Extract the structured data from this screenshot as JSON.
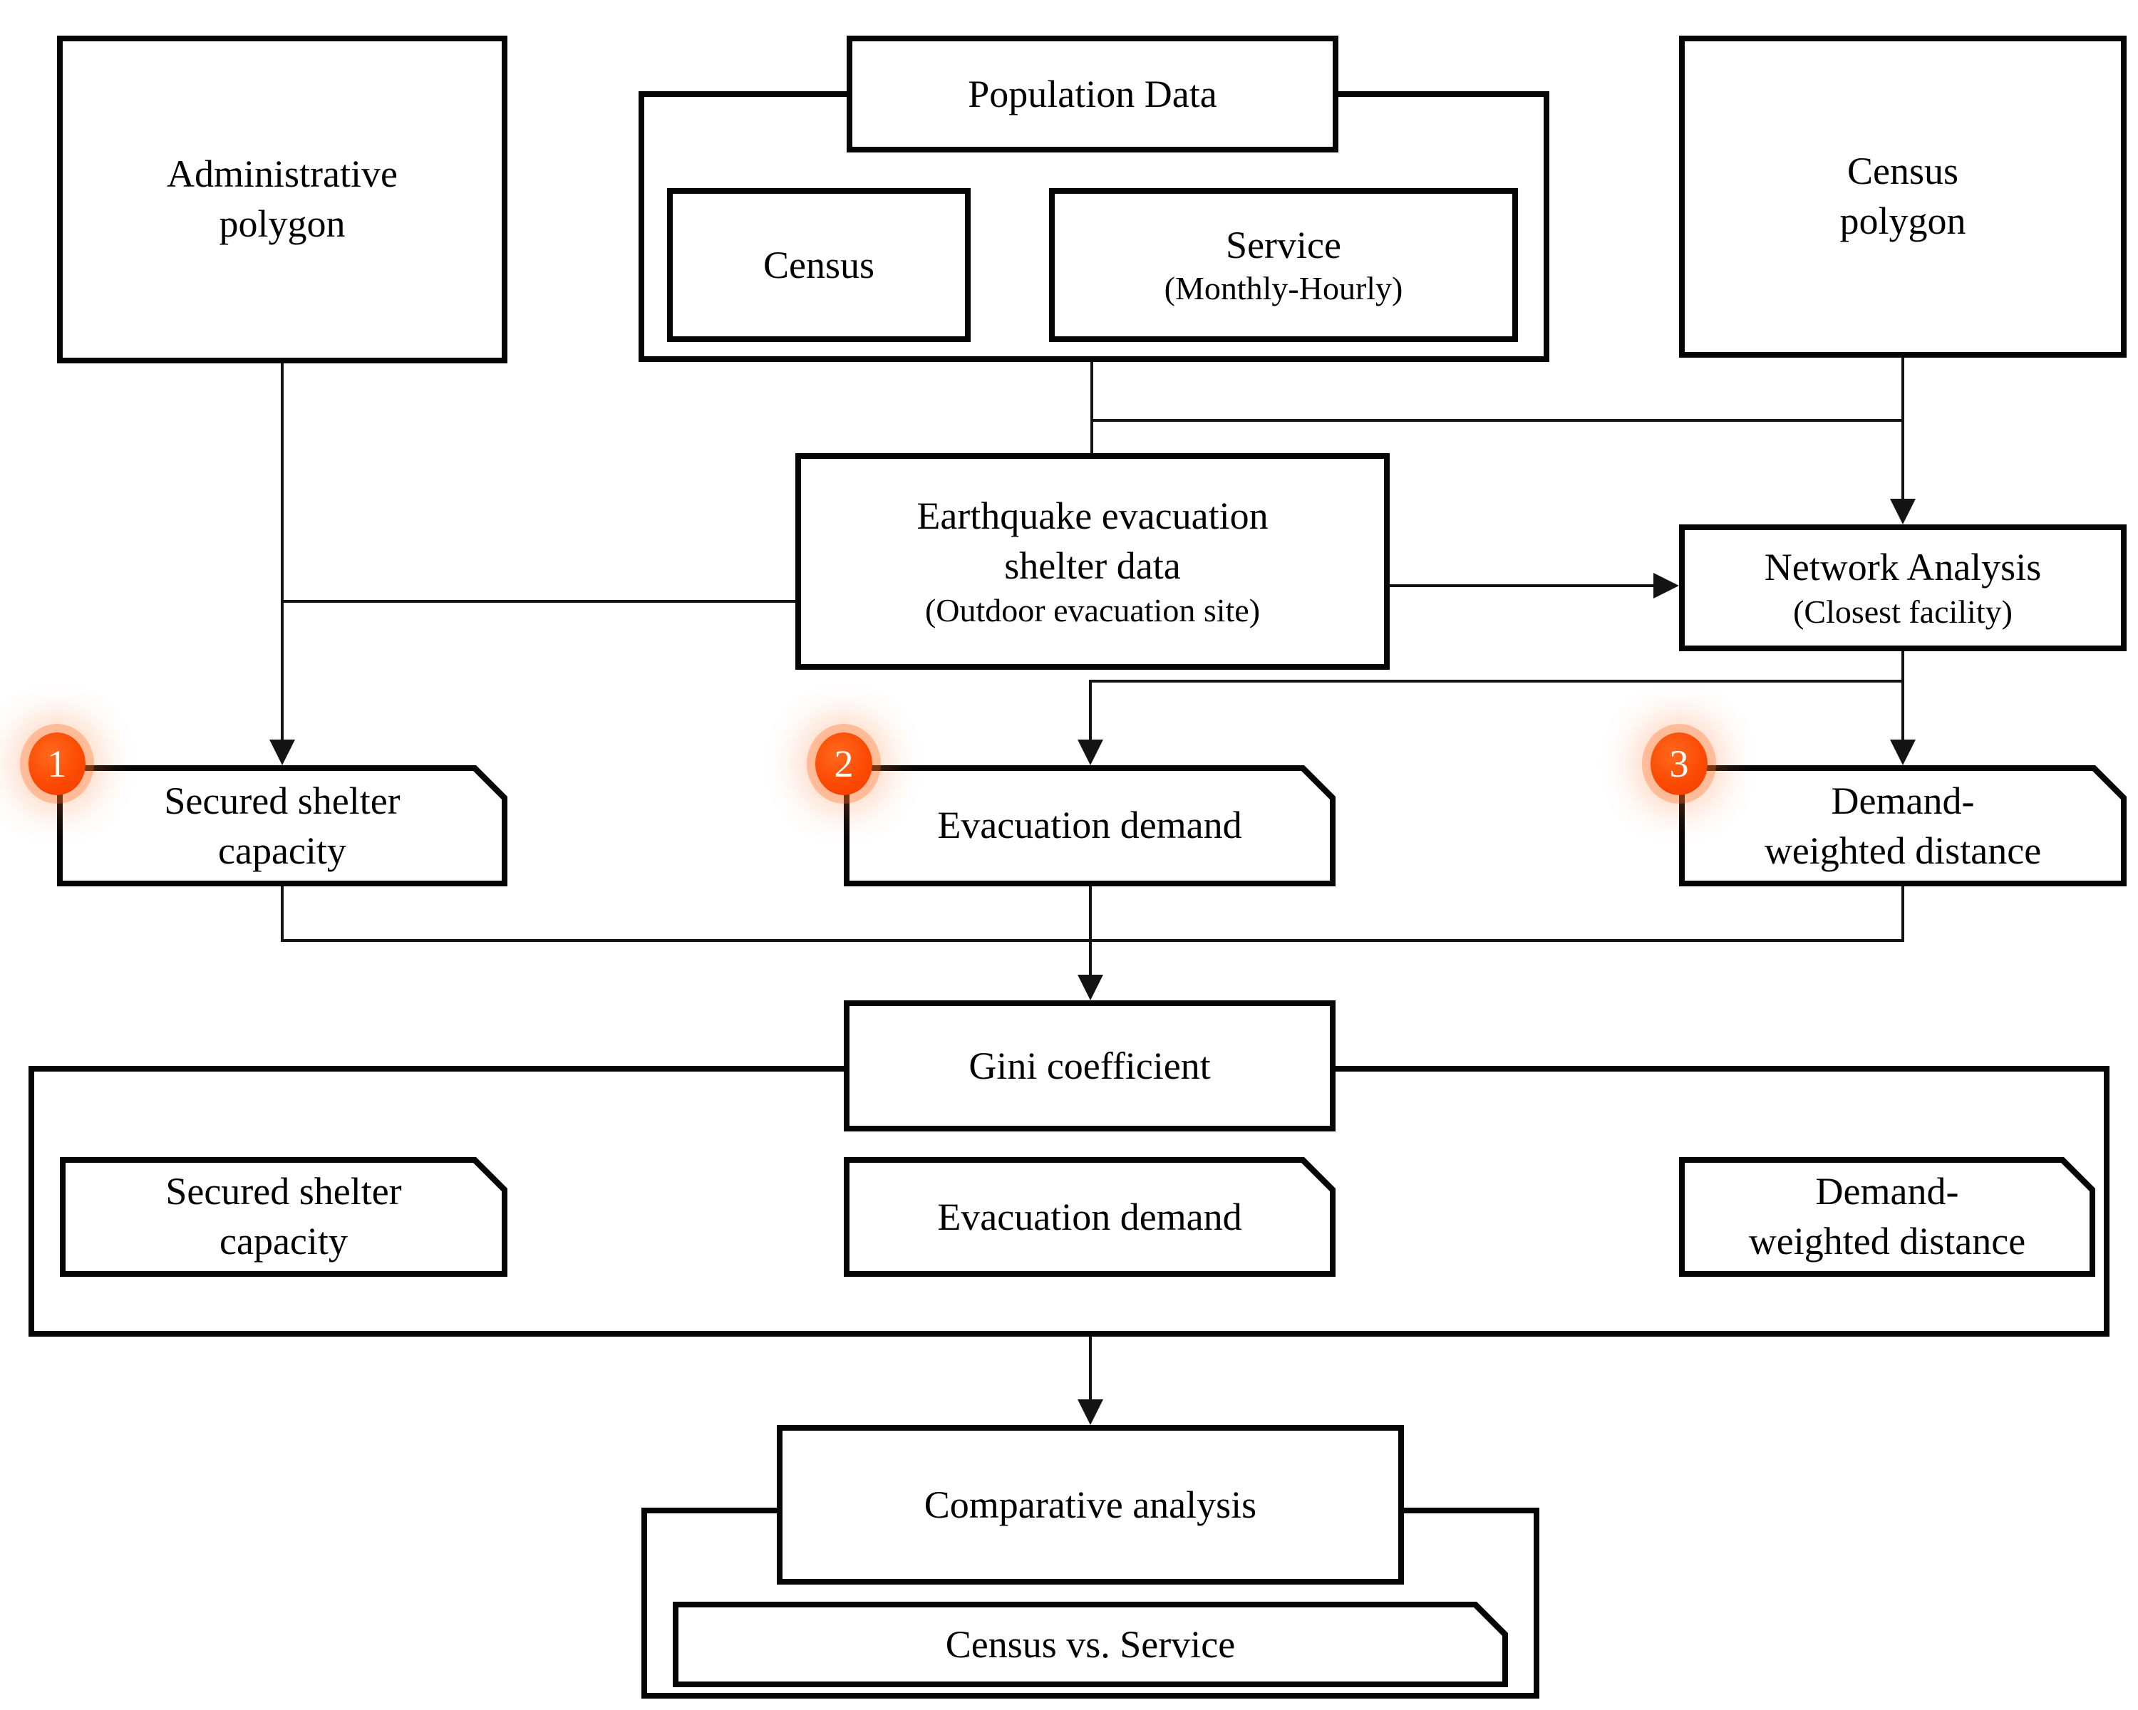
{
  "figure": {
    "type": "flowchart",
    "badge_color": "#fb4a03",
    "line_color": "#141414",
    "nodes": {
      "administrative_polygon": {
        "label": "Administrative\npolygon"
      },
      "population_data": {
        "title": "Population Data",
        "census": "Census",
        "service_title": "Service",
        "service_sub": "(Monthly-Hourly)"
      },
      "census_polygon": {
        "label": "Census\npolygon"
      },
      "earthquake_shelter": {
        "title": "Earthquake evacuation\nshelter data",
        "sub": "(Outdoor evacuation site)"
      },
      "network_analysis": {
        "title": "Network Analysis",
        "sub": "(Closest facility)"
      },
      "step1": {
        "badge": "1",
        "label": "Secured shelter\ncapacity"
      },
      "step2": {
        "badge": "2",
        "label": "Evacuation demand"
      },
      "step3": {
        "badge": "3",
        "label": "Demand-\nweighted distance"
      },
      "gini": {
        "label": "Gini coefficient"
      },
      "gini_inputs": {
        "secured": "Secured shelter\ncapacity",
        "evacuation": "Evacuation demand",
        "demand": "Demand-\nweighted distance"
      },
      "comparative": {
        "label": "Comparative analysis"
      },
      "comparison": {
        "label": "Census vs. Service"
      }
    },
    "edges": [
      {
        "from": "administrative_polygon",
        "to": "step1",
        "arrow": true
      },
      {
        "from": "administrative_polygon",
        "to": "earthquake_shelter",
        "arrow": false
      },
      {
        "from": "population_data",
        "to": "earthquake_shelter",
        "arrow": false
      },
      {
        "from": "population_data",
        "to": "network_analysis",
        "arrow": false
      },
      {
        "from": "census_polygon",
        "to": "network_analysis",
        "arrow": true
      },
      {
        "from": "earthquake_shelter",
        "to": "network_analysis",
        "arrow": true
      },
      {
        "from": "network_analysis",
        "to": "step2",
        "arrow": true
      },
      {
        "from": "network_analysis",
        "to": "step3",
        "arrow": true
      },
      {
        "from": "step1",
        "to": "gini",
        "arrow": true
      },
      {
        "from": "step2",
        "to": "gini",
        "arrow": true
      },
      {
        "from": "step3",
        "to": "gini",
        "arrow": true
      },
      {
        "from": "gini",
        "to": "comparative",
        "arrow": true
      }
    ]
  }
}
